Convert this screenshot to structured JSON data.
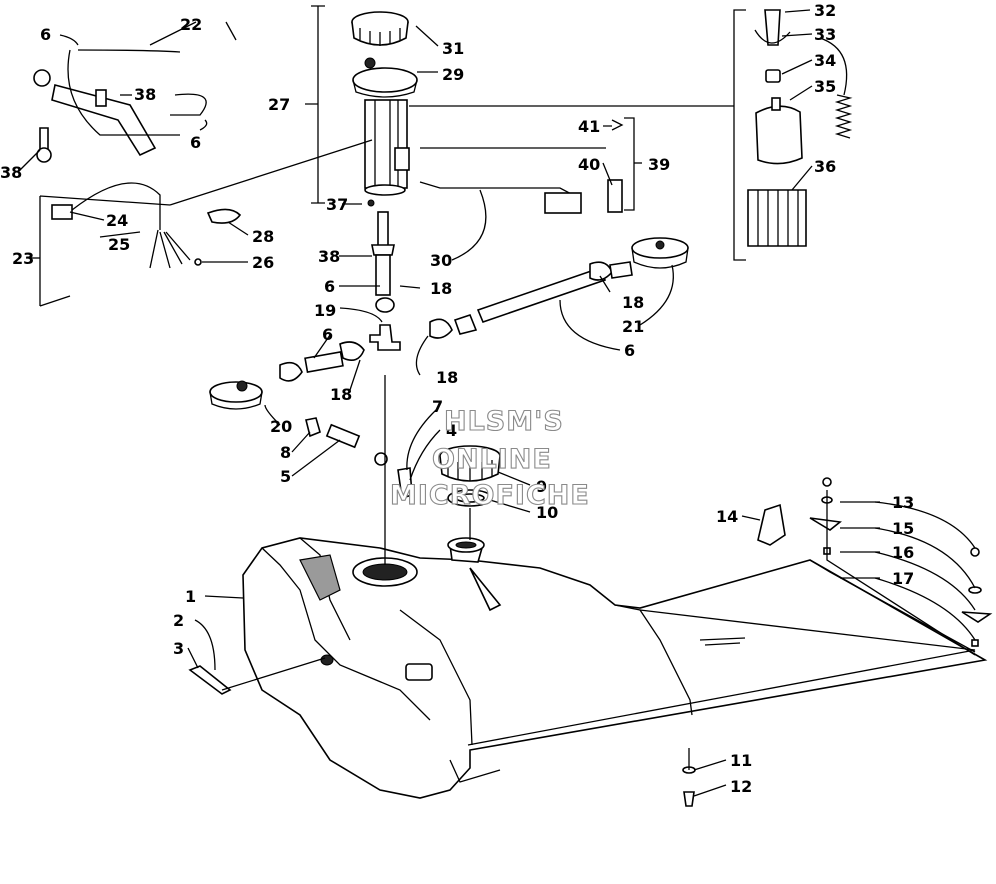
{
  "callouts": [
    {
      "id": "c1",
      "text": "1"
    },
    {
      "id": "c2",
      "text": "2"
    },
    {
      "id": "c3",
      "text": "3"
    },
    {
      "id": "c4",
      "text": "4"
    },
    {
      "id": "c5",
      "text": "5"
    },
    {
      "id": "c6a",
      "text": "6"
    },
    {
      "id": "c6b",
      "text": "6"
    },
    {
      "id": "c6c",
      "text": "6"
    },
    {
      "id": "c6d",
      "text": "6"
    },
    {
      "id": "c6e",
      "text": "6"
    },
    {
      "id": "c7",
      "text": "7"
    },
    {
      "id": "c8",
      "text": "8"
    },
    {
      "id": "c9",
      "text": "9"
    },
    {
      "id": "c10",
      "text": "10"
    },
    {
      "id": "c11",
      "text": "11"
    },
    {
      "id": "c12",
      "text": "12"
    },
    {
      "id": "c13",
      "text": "13"
    },
    {
      "id": "c14",
      "text": "14"
    },
    {
      "id": "c15",
      "text": "15"
    },
    {
      "id": "c16",
      "text": "16"
    },
    {
      "id": "c17",
      "text": "17"
    },
    {
      "id": "c18a",
      "text": "18"
    },
    {
      "id": "c18b",
      "text": "18"
    },
    {
      "id": "c18c",
      "text": "18"
    },
    {
      "id": "c18d",
      "text": "18"
    },
    {
      "id": "c19",
      "text": "19"
    },
    {
      "id": "c20",
      "text": "20"
    },
    {
      "id": "c21",
      "text": "21"
    },
    {
      "id": "c22",
      "text": "22"
    },
    {
      "id": "c23",
      "text": "23"
    },
    {
      "id": "c24",
      "text": "24"
    },
    {
      "id": "c25",
      "text": "25"
    },
    {
      "id": "c26",
      "text": "26"
    },
    {
      "id": "c27",
      "text": "27"
    },
    {
      "id": "c28",
      "text": "28"
    },
    {
      "id": "c29",
      "text": "29"
    },
    {
      "id": "c30",
      "text": "30"
    },
    {
      "id": "c31",
      "text": "31"
    },
    {
      "id": "c32",
      "text": "32"
    },
    {
      "id": "c33",
      "text": "33"
    },
    {
      "id": "c34",
      "text": "34"
    },
    {
      "id": "c35",
      "text": "35"
    },
    {
      "id": "c36",
      "text": "36"
    },
    {
      "id": "c37",
      "text": "37"
    },
    {
      "id": "c38a",
      "text": "38"
    },
    {
      "id": "c38b",
      "text": "38"
    },
    {
      "id": "c38c",
      "text": "38"
    },
    {
      "id": "c39",
      "text": "39"
    },
    {
      "id": "c40",
      "text": "40"
    },
    {
      "id": "c41",
      "text": "41"
    }
  ],
  "watermark": {
    "line1": "HLSM'S",
    "line2": "ONLINE",
    "line3": "MICROFICHE"
  },
  "colors": {
    "ink": "#000000",
    "paper": "#ffffff",
    "watermark_outline": "#8a8a8a"
  }
}
